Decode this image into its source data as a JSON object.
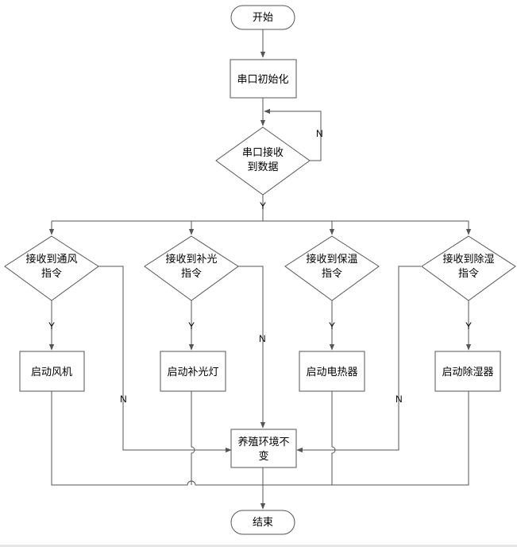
{
  "nodes": {
    "start": "开始",
    "init": "串口初始化",
    "recv_line1": "串口接收",
    "recv_line2": "到数据",
    "fan_cond_line1": "接收到通风",
    "fan_cond_line2": "指令",
    "light_cond_line1": "接收到补光",
    "light_cond_line2": "指令",
    "heat_cond_line1": "接收到保温",
    "heat_cond_line2": "指令",
    "dehum_cond_line1": "接收到除湿",
    "dehum_cond_line2": "指令",
    "fan_action": "启动风机",
    "light_action": "启动补光灯",
    "heat_action": "启动电热器",
    "dehum_action": "启动除湿器",
    "keep_line1": "养殖环境不",
    "keep_line2": "变",
    "end": "结束"
  },
  "labels": {
    "yes": "Y",
    "no": "N"
  },
  "colors": {
    "stroke": "#555555",
    "text": "#000000",
    "background": "#ffffff"
  }
}
